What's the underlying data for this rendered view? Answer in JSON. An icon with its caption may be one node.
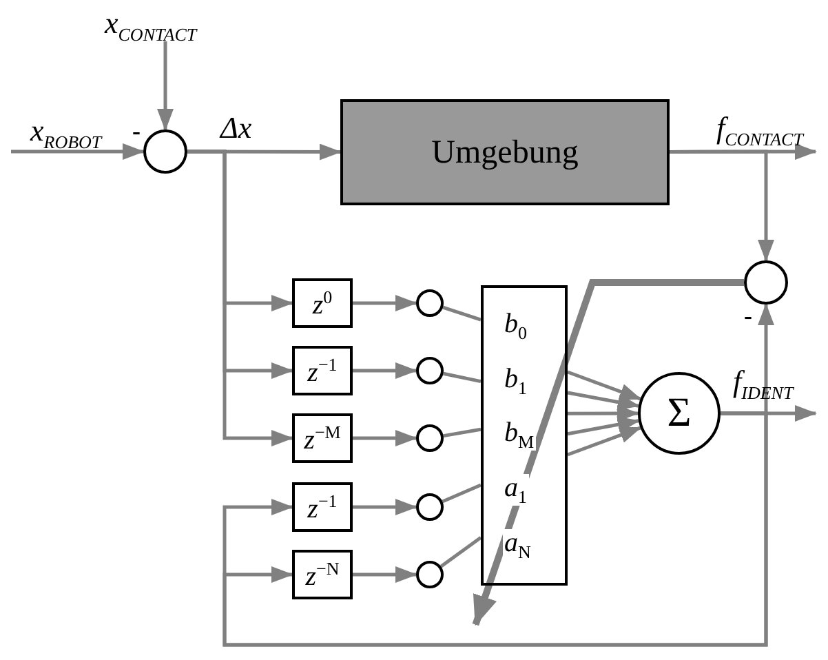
{
  "diagram": {
    "nodes": [
      {
        "text": [],
        "shape": "circle"
      },
      {
        "text": [
          "Umgebung"
        ]
      },
      {
        "text": [
          "*z*$^{0}$"
        ]
      },
      {
        "text": [
          "*z*$^{−1}$"
        ]
      },
      {
        "text": [
          "*z*$^{−M}$"
        ]
      },
      {
        "text": [
          "*z*$^{−1}$"
        ]
      },
      {
        "text": [
          "*z*$^{−N}$"
        ]
      },
      {
        "text": [],
        "shape": "circle"
      },
      {
        "text": [],
        "shape": "circle"
      },
      {
        "text": [],
        "shape": "circle"
      },
      {
        "text": [],
        "shape": "circle"
      },
      {
        "text": [],
        "shape": "circle"
      },
      {
        "text": [
          "*b*$_{0}$",
          "*b*$_{1}$",
          "*b*$_{M}$",
          "*a*$_{1}$",
          "*a*$_{N}$"
        ]
      },
      {
        "text": [
          "Σ"
        ]
      },
      {
        "text": [],
        "shape": "circle"
      }
    ],
    "edges": [
      {
        "from": null,
        "to": 0,
        "arrow": "to",
        "label": "x$_{ROBOT}$"
      },
      {
        "from": null,
        "to": 0,
        "arrow": "to",
        "label": "x$_{CONTACT}$"
      },
      {
        "from": 0,
        "to": 1,
        "arrow": "to",
        "label": "Δx"
      },
      {
        "from": 1,
        "to": null,
        "arrow": "to",
        "label": "f$_{CONTACT}$"
      },
      {
        "from": 1,
        "to": 14,
        "arrow": "to"
      },
      {
        "from": 0,
        "to": 2,
        "arrow": "to"
      },
      {
        "from": 0,
        "to": 3,
        "arrow": "to"
      },
      {
        "from": 0,
        "to": 4,
        "arrow": "to"
      },
      {
        "from": 2,
        "to": 7,
        "arrow": "to"
      },
      {
        "from": 3,
        "to": 8,
        "arrow": "to"
      },
      {
        "from": 4,
        "to": 9,
        "arrow": "to"
      },
      {
        "from": 5,
        "to": 10,
        "arrow": "to"
      },
      {
        "from": 6,
        "to": 11,
        "arrow": "to"
      },
      {
        "from": 7,
        "to": 12,
        "arrow": "none"
      },
      {
        "from": 8,
        "to": 12,
        "arrow": "none"
      },
      {
        "from": 9,
        "to": 12,
        "arrow": "none"
      },
      {
        "from": 10,
        "to": 12,
        "arrow": "none"
      },
      {
        "from": 11,
        "to": 12,
        "arrow": "none"
      },
      {
        "from": 12,
        "to": 13,
        "arrow": "to"
      },
      {
        "from": 12,
        "to": 13,
        "arrow": "to"
      },
      {
        "from": 12,
        "to": 13,
        "arrow": "to"
      },
      {
        "from": 12,
        "to": 13,
        "arrow": "to"
      },
      {
        "from": 12,
        "to": 13,
        "arrow": "to"
      },
      {
        "from": 13,
        "to": null,
        "arrow": "to",
        "label": "f$_{IDENT}$"
      },
      {
        "from": 13,
        "to": 5,
        "arrow": "to"
      },
      {
        "from": 13,
        "to": 6,
        "arrow": "to"
      },
      {
        "from": 13,
        "to": 14,
        "arrow": "to"
      },
      {
        "from": 14,
        "to": 12,
        "arrow": "to",
        "style": "thick"
      }
    ],
    "labels": [
      "-",
      "-"
    ]
  }
}
